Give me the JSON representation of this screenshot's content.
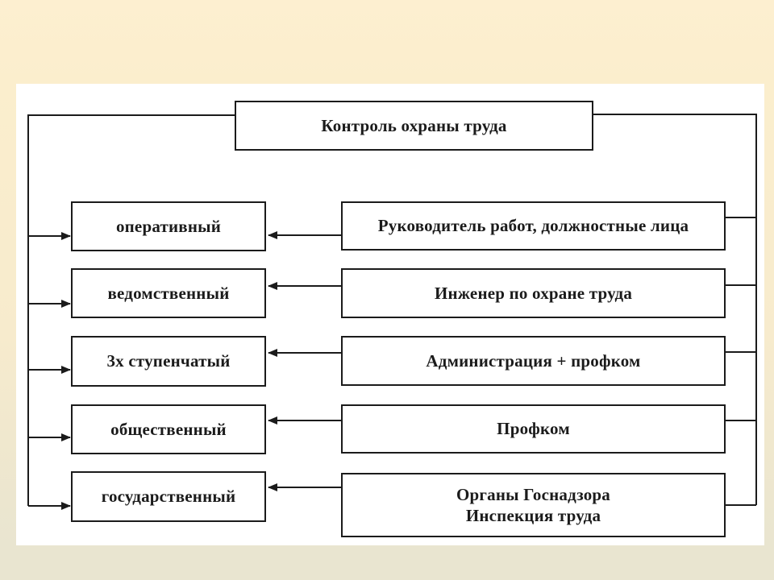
{
  "colors": {
    "page_top": "#fbeecd",
    "page_bottom_band": "#e9e5d0",
    "panel": "#ffffff",
    "line": "#1b1b1b",
    "text": "#1b1b1b"
  },
  "diagram": {
    "title": "Контроль охраны труда",
    "rows": [
      {
        "control_type": "оперативный",
        "performed_by": [
          "Руководитель работ, должностные лица"
        ]
      },
      {
        "control_type": "ведомственный",
        "performed_by": [
          "Инженер по охране труда"
        ]
      },
      {
        "control_type": "3х ступенчатый",
        "performed_by": [
          "Администрация + профком"
        ]
      },
      {
        "control_type": "общественный",
        "performed_by": [
          "Профком"
        ]
      },
      {
        "control_type": "государственный",
        "performed_by": [
          "Органы Госнадзора",
          "Инспекция труда"
        ]
      }
    ]
  }
}
